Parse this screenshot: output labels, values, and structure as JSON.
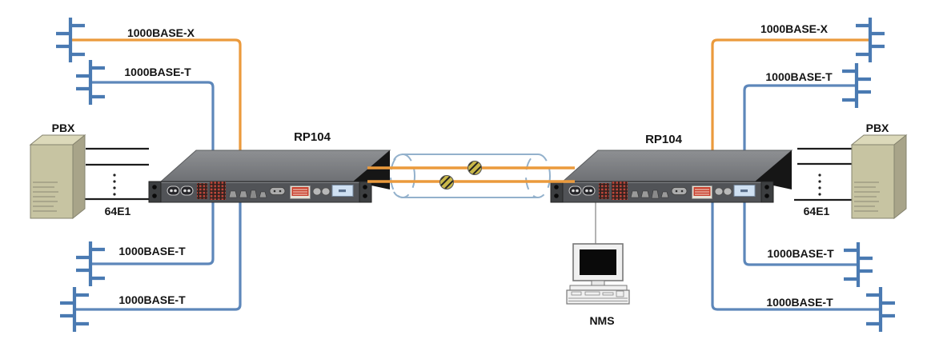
{
  "diagram": {
    "description": "Network topology: two RP104 multiplexers linked by a fiber trunk, each serving a PBX over 64E1 and local taps over 1000BASE-X / 1000BASE-T; NMS workstation attached to right RP104",
    "nodes": {
      "pbx_left": {
        "label": "PBX"
      },
      "mux_left": {
        "label": "RP104"
      },
      "mux_right": {
        "label": "RP104"
      },
      "pbx_right": {
        "label": "PBX"
      },
      "nms": {
        "label": "NMS"
      }
    },
    "links": {
      "fiber_left": {
        "label": "1000BASE-X",
        "medium": "fiber"
      },
      "copper_left_top": {
        "label": "1000BASE-T",
        "medium": "copper"
      },
      "copper_left_mid": {
        "label": "1000BASE-T",
        "medium": "copper"
      },
      "copper_left_bottom": {
        "label": "1000BASE-T",
        "medium": "copper"
      },
      "fiber_right": {
        "label": "1000BASE-X",
        "medium": "fiber"
      },
      "copper_right_top": {
        "label": "1000BASE-T",
        "medium": "copper"
      },
      "copper_right_mid": {
        "label": "1000BASE-T",
        "medium": "copper"
      },
      "copper_right_bottom": {
        "label": "1000BASE-T",
        "medium": "copper"
      },
      "e1_left": {
        "label": "64E1",
        "medium": "e1"
      },
      "e1_right": {
        "label": "64E1",
        "medium": "e1"
      },
      "trunk": {
        "medium": "fiber-pair-in-cable-duct"
      }
    },
    "colors": {
      "fiber_line": "#eb9a3c",
      "copper_line": "#5d87ba",
      "tap_symbol": "#4a7ab2",
      "cylinder_outline": "#93b1cc",
      "splice_fill": "#c9b84a",
      "e1_line": "#1c1c1c",
      "device_panel": "#515357",
      "device_top": "#808285",
      "pbx_body": "#c7c4a2",
      "display_blue": "#cfe0f2",
      "led_red": "#c2473b"
    }
  }
}
